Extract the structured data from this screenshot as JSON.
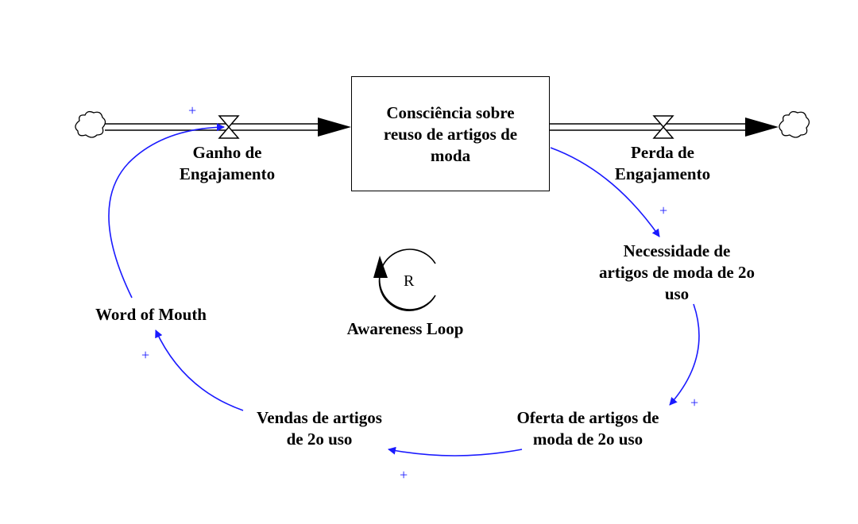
{
  "stock": {
    "name": "stock-consciencia",
    "lines": [
      "Consciência sobre",
      "reuso de artigos de",
      "moda"
    ]
  },
  "flows": [
    {
      "name": "flow-ganho",
      "lines": [
        "Ganho de",
        "Engajamento"
      ]
    },
    {
      "name": "flow-perda",
      "lines": [
        "Perda de",
        "Engajamento"
      ]
    }
  ],
  "variables": [
    {
      "name": "var-necessidade",
      "lines": [
        "Necessidade de",
        "artigos de moda de 2o",
        "uso"
      ]
    },
    {
      "name": "var-oferta",
      "lines": [
        "Oferta de artigos de",
        "moda de 2o uso"
      ]
    },
    {
      "name": "var-vendas",
      "lines": [
        "Vendas de artigos",
        "de 2o uso"
      ]
    },
    {
      "name": "var-word-of-mouth",
      "lines": [
        "Word of Mouth"
      ]
    }
  ],
  "loop": {
    "symbol": "R",
    "label": "Awareness Loop"
  },
  "polarities": [
    "+",
    "+",
    "+",
    "+",
    "+"
  ],
  "colors": {
    "link": "#1a1aff",
    "flow": "#000000",
    "text": "#000000"
  }
}
